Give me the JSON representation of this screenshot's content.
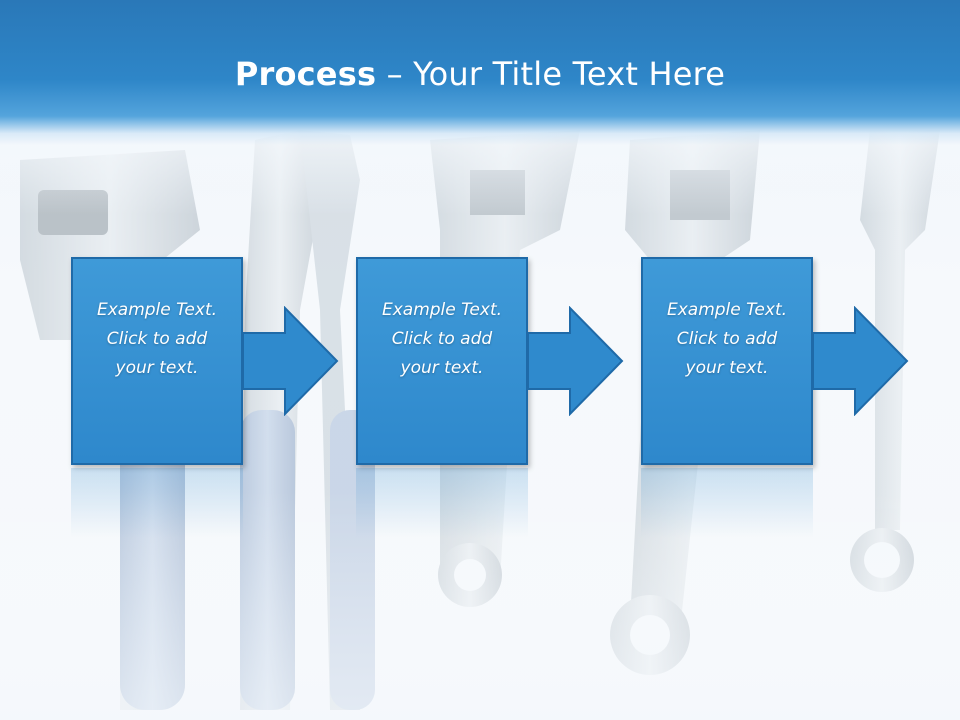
{
  "title": {
    "bold": "Process",
    "rest": " – Your Title Text Here"
  },
  "steps": [
    {
      "line1": "Example Text.",
      "line2": "Click  to add",
      "line3": "your text."
    },
    {
      "line1": "Example Text.",
      "line2": "Click  to add",
      "line3": "your text."
    },
    {
      "line1": "Example Text.",
      "line2": "Click  to add",
      "line3": "your text."
    }
  ],
  "colors": {
    "header": "#2e86c8",
    "box": "#3a94d4",
    "box_border": "#1f6aa8"
  },
  "background_image": "wrenches-and-pliers"
}
